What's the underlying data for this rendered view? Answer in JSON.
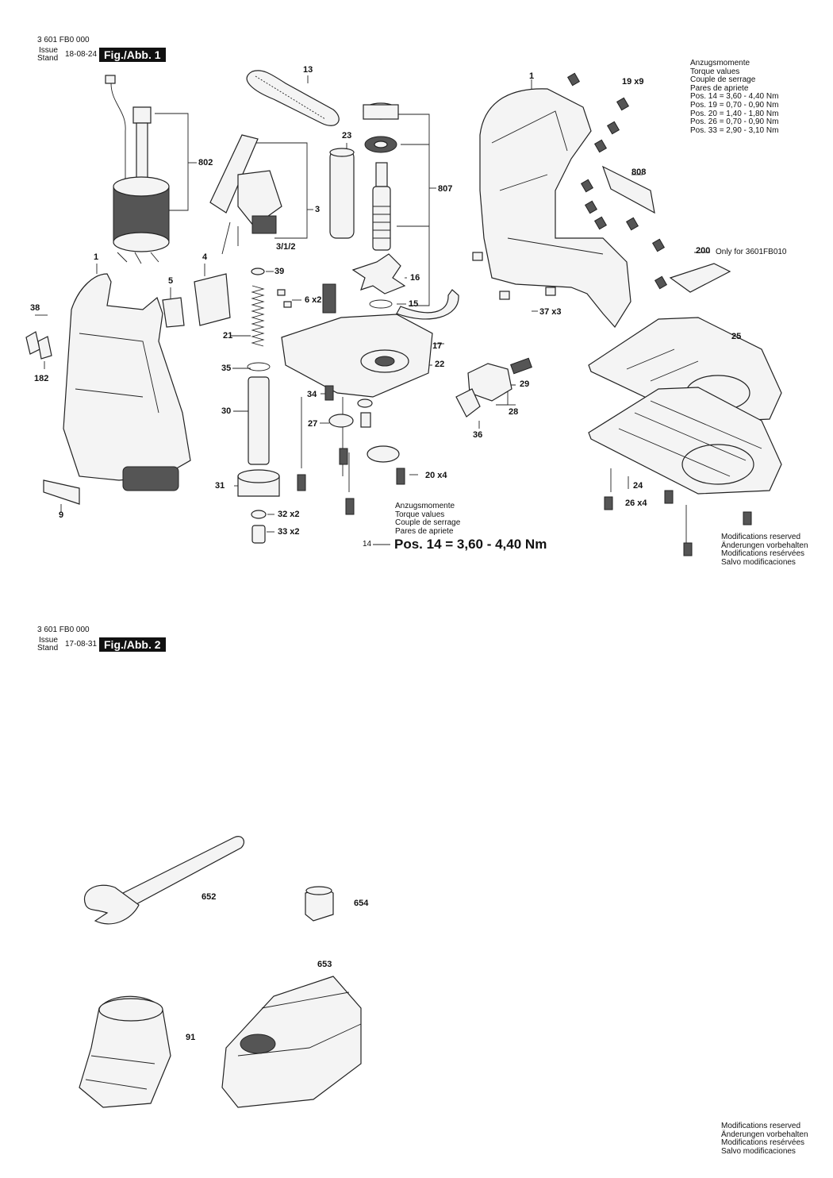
{
  "sheet1": {
    "part_number": "3 601 FB0 000",
    "issue_label": "Issue",
    "stand_label": "Stand",
    "date": "18-08-24",
    "figure": "Fig./Abb. 1",
    "torque_header": [
      "Anzugsmomente",
      "Torque values",
      "Couple de serrage",
      "Pares de apriete"
    ],
    "torque_values": [
      "Pos. 14 = 3,60 - 4,40 Nm",
      "Pos. 19 = 0,70 - 0,90 Nm",
      "Pos. 20 = 1,40 - 1,80 Nm",
      "Pos. 26 = 0,70 - 0,90 Nm",
      "Pos. 33 = 2,90 - 3,10 Nm"
    ],
    "torque_box_header": [
      "Anzugsmomente",
      "Torque values",
      "Couple de serrage",
      "Pares de apriete"
    ],
    "pos14_ref": "14",
    "pos14_big": "Pos. 14 = 3,60 - 4,40 Nm",
    "part_200_note": "Only for 3601FB010",
    "modifications": [
      "Modifications reserved",
      "Änderungen vorbehalten",
      "Modifications resérvées",
      "Salvo modificaciones"
    ],
    "labels": {
      "l13": "13",
      "l802": "802",
      "l23": "23",
      "l807": "807",
      "l1a": "1",
      "l19": "19 x9",
      "l808": "808",
      "l3": "3",
      "l312": "3/1/2",
      "l1b": "1",
      "l4": "4",
      "l39": "39",
      "l5": "5",
      "l6": "6 x2",
      "l16": "16",
      "l15": "15",
      "l200": "200",
      "l37": "37 x3",
      "l38": "38",
      "l182": "182",
      "l21": "21",
      "l17": "17",
      "l25": "25",
      "l35": "35",
      "l22": "22",
      "l29": "29",
      "l34": "34",
      "l28": "28",
      "l30": "30",
      "l27": "27",
      "l36": "36",
      "l20": "20 x4",
      "l24": "24",
      "l31": "31",
      "l26": "26 x4",
      "l32": "32 x2",
      "l9": "9",
      "l33": "33 x2"
    }
  },
  "sheet2": {
    "part_number": "3 601 FB0 000",
    "issue_label": "Issue",
    "stand_label": "Stand",
    "date": "17-08-31",
    "figure": "Fig./Abb. 2",
    "labels": {
      "l652": "652",
      "l654": "654",
      "l653": "653",
      "l91": "91"
    },
    "modifications": [
      "Modifications reserved",
      "Änderungen vorbehalten",
      "Modifications resérvées",
      "Salvo modificaciones"
    ]
  }
}
